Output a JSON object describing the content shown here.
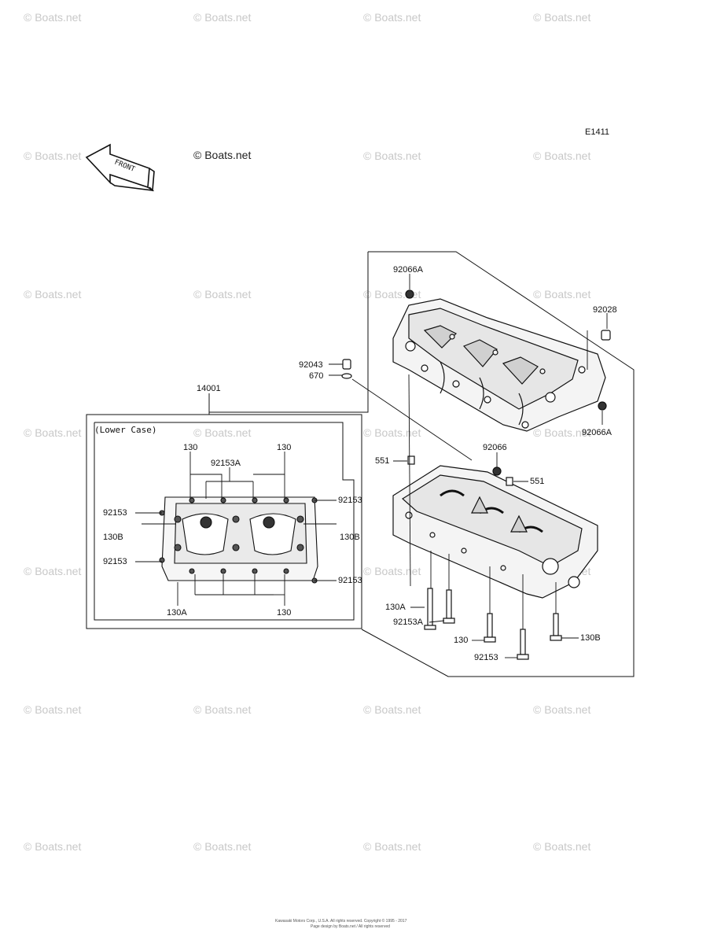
{
  "watermark": "© Boats.net",
  "diagram_code": "E1411",
  "front_label": "FRONT",
  "lower_case_label": "(Lower Case)",
  "parts": {
    "p92066A_top": "92066A",
    "p92028": "92028",
    "p92043": "92043",
    "p670": "670",
    "p92066A_bottom": "92066A",
    "p14001": "14001",
    "p551_left": "551",
    "p92066": "92066",
    "p551_right": "551",
    "p130A": "130A",
    "p92153A": "92153A",
    "p130": "130",
    "p92153": "92153",
    "p130B": "130B"
  },
  "inset": {
    "l130_tl": "130",
    "l92153A": "92153A",
    "l130_tr": "130",
    "l92153_l1": "92153",
    "l130B_l": "130B",
    "l92153_l2": "92153",
    "l130A": "130A",
    "l130_b": "130",
    "l92153_r1": "92153",
    "l130B_r": "130B",
    "l92153_r2": "92153"
  },
  "footer": {
    "line1": "Kawasaki Motors Corp., U.S.A. All rights reserved. Copyright ©  1995 - 2017",
    "line2": "Page design by Boats.net / All rights reserved"
  }
}
